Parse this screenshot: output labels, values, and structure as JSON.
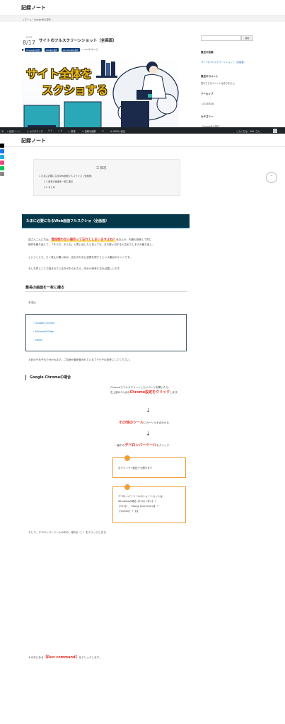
{
  "site": {
    "title": "記録ノート"
  },
  "breadcrumb": {
    "home": "ホーム",
    "sep": "›",
    "category": "Google系の操作",
    "tail": "›"
  },
  "post": {
    "year": "2025",
    "monthday": "8/17",
    "title": "サイトのフルスクリーンショット（全画面）",
    "tags": [
      "Google系の操作",
      "Web系の操作",
      "Windows系の操作"
    ],
    "date": "2025年8月17日",
    "hero_line1": "サイト全体を",
    "hero_line2": "スクショする"
  },
  "sidebar": {
    "search_button": "検索",
    "recent_posts_heading": "最近の投稿",
    "recent_post_1": "サイトのフルスクリーンショット（全画面）",
    "recent_comments_heading": "最近のコメント",
    "no_comments": "表示できるコメントはありません。",
    "archive_heading": "アーカイブ",
    "archive_1": "2025年8月",
    "category_heading": "カテゴリー",
    "category_1": "Google系の操作"
  },
  "admin_bar": {
    "site": "記録ノート",
    "customize": "カスタマイズ",
    "comments": "0",
    "new": "新規",
    "edit": "投稿を編集",
    "seo": "SEO",
    "swell": "SWELL設定",
    "greeting": "こんにちは、SWL さん"
  },
  "toc": {
    "title": "目次",
    "items": [
      "1  たまに必要になるWeb画面フルスクショ（全画面）",
      "1-1  最長の画面を一枚に撮る",
      "1-2  まとめ"
    ]
  },
  "section": {
    "h2": "たまに必要になるWeb画面フルスクショ（全画面）",
    "p1a": "皆さんこんにちは。",
    "p1b": "普段使わない操作って忘れてしまいますよね？",
    "p1c": "私なんか、何度も検索して同じ",
    "p1d": "操作を繰り返して、「そうだ、そうだ」と思い出したと言っても、また数ヶ月すると忘れてしまうの繰り返し。",
    "p2": "ということで、モノ覚えの悪い私が、自分のために記録を残そうという趣旨のサイトです。",
    "p3": "もしも同じことで悩まれている方がおられたら、何かの参考になれば嬉しいです。",
    "h3": "最長の画面を一枚に撮る",
    "p4": "手法は",
    "browsers": [
      "・Google Chrome",
      "・Microsoft Edge",
      "・Safari"
    ],
    "p5": "上記のそれぞれで分かれます。ご自身が普段使われているブラウザの参考にしてください。",
    "h4": "Google Chromeの場合",
    "c1a": "Chromeでフルスクリーンしたいページを開いたら、",
    "c1b": "右上部の3つ点の",
    "c1c": "Chrome設定をクリック",
    "c1d": "します。",
    "arrow": "↓",
    "c2a": "その他のツール",
    "c2b": "にカーソルを合わせる",
    "c3a": "一番下の",
    "c3b": "デベロッパーツール",
    "c3c": "をクリック",
    "note1": "右クリック→検証でも開きます",
    "note2a": "デベロッパーツールのショートカットは",
    "note2b": "Windowsの場合【F12】（【Fn】＋",
    "note2c": "【F12】）、Macは【Command】＋",
    "note2d": "【Option】＋【I】",
    "p6": "そして、デベロッパーツールの中の、縦3点（⋮）をクリックします。",
    "p7a": "その中にある",
    "p7b": "【Run command】",
    "p7c": "をクリックします。"
  },
  "colors": {
    "banner": "#05394a",
    "accent_red": "#e8332a",
    "note_orange": "#f0a03a",
    "tag_blue": "#0b3b78"
  }
}
